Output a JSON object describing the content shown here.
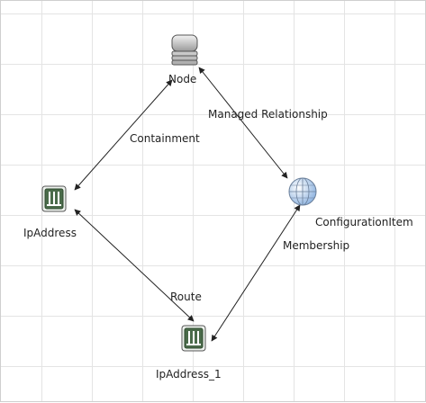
{
  "diagram": {
    "nodes": {
      "node": {
        "label": "Node",
        "icon": "server-stack-icon"
      },
      "ipaddress": {
        "label": "IpAddress",
        "icon": "ip-address-icon"
      },
      "configuration_item": {
        "label": "ConfigurationItem",
        "icon": "globe-icon"
      },
      "ipaddress_1": {
        "label": "IpAddress_1",
        "icon": "ip-address-icon"
      }
    },
    "edges": {
      "containment": {
        "label": "Containment",
        "from": "Node",
        "to": "IpAddress"
      },
      "managed_relationship": {
        "label": "Managed Relationship",
        "from": "Node",
        "to": "ConfigurationItem"
      },
      "membership": {
        "label": "Membership",
        "from": "ConfigurationItem",
        "to": "IpAddress_1"
      },
      "route": {
        "label": "Route",
        "from": "IpAddress",
        "to": "IpAddress_1"
      }
    },
    "colors": {
      "grid": "#e4e4e4",
      "edge": "#222222",
      "ip_icon_bg": "#4a6b4a",
      "globe": "#8fb4e0"
    }
  }
}
